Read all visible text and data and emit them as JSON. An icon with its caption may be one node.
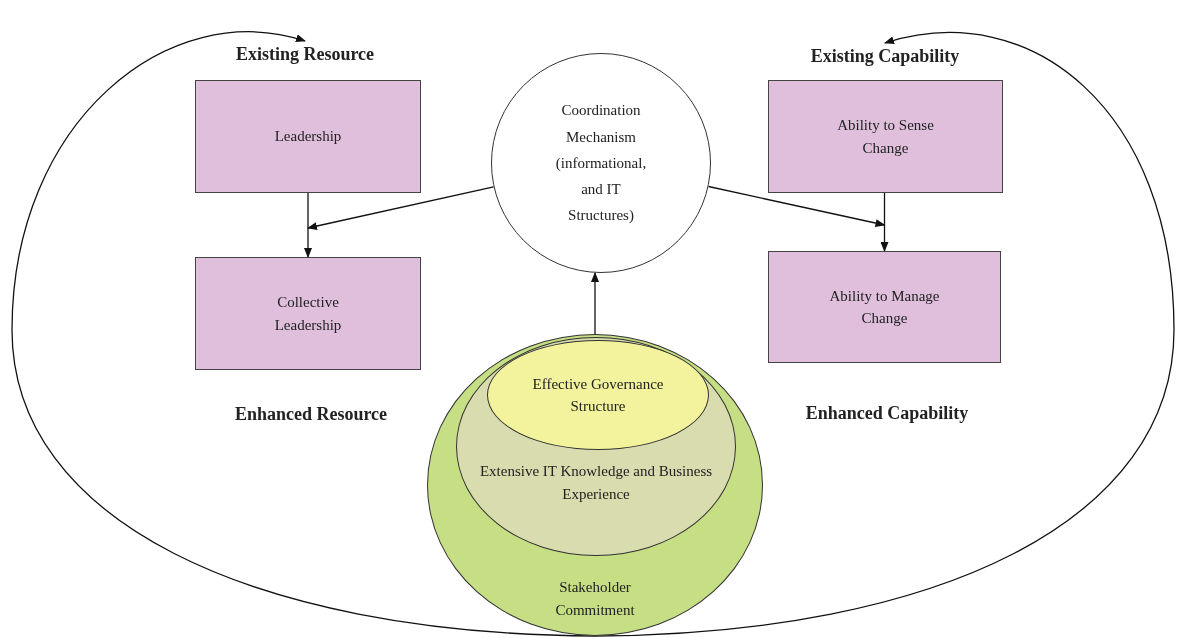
{
  "diagram": {
    "nodes": [
      {
        "text": [
          "Existing Resource"
        ]
      },
      {
        "text": [
          "Existing Capability"
        ]
      },
      {
        "text": [
          "Leadership"
        ]
      },
      {
        "text": [
          "Collective Leadership"
        ]
      },
      {
        "text": [
          "Coordination Mechanism (informational, and IT Structures)"
        ]
      },
      {
        "text": [
          "Ability to Sense Change"
        ]
      },
      {
        "text": [
          "Ability to Manage Change"
        ]
      },
      {
        "text": [
          "Stakeholder Commitment"
        ]
      },
      {
        "text": [
          "Extensive IT Knowledge and Business Experience"
        ],
        "in": 7
      },
      {
        "text": [
          "Effective Governance Structure"
        ],
        "in": 8
      }
    ],
    "edges": [
      {
        "from": 2,
        "to": 3,
        "arrow": "to"
      },
      {
        "from": 5,
        "to": 6,
        "arrow": "to"
      },
      {
        "from": 4,
        "to": 3,
        "arrow": "to"
      },
      {
        "from": 4,
        "to": 6,
        "arrow": "to"
      },
      {
        "from": 7,
        "to": 4,
        "arrow": "to"
      },
      {
        "from": 7,
        "to": 0,
        "arrow": "to"
      },
      {
        "from": 7,
        "to": 1,
        "arrow": "to"
      }
    ],
    "labels": [
      "Enhanced Resource",
      "Enhanced Capability"
    ]
  }
}
